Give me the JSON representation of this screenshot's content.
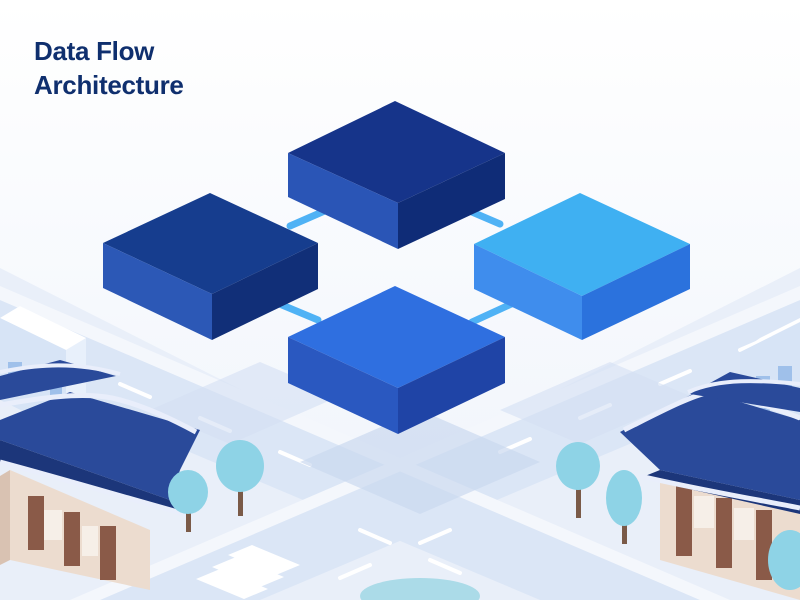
{
  "title": {
    "line1": "Data Flow",
    "line2": "Architecture"
  },
  "colors": {
    "background": "#f4f7fc",
    "title_text": "#0f2f6e",
    "block_navy": "#163d8e",
    "block_royal": "#2f6fe0",
    "block_sky": "#3fb0f2",
    "connector": "#4fb2f5",
    "road": "#dbe6f6",
    "roof": "#2a4a9a",
    "wall": "#8a5a48",
    "tree": "#8ed3e6"
  },
  "blocks": [
    {
      "name": "block-top",
      "color": "navy"
    },
    {
      "name": "block-left",
      "color": "navy"
    },
    {
      "name": "block-right",
      "color": "sky"
    },
    {
      "name": "block-bottom",
      "color": "royal"
    }
  ],
  "connections": [
    {
      "from": "block-left",
      "to": "block-top"
    },
    {
      "from": "block-top",
      "to": "block-right"
    },
    {
      "from": "block-left",
      "to": "block-bottom"
    },
    {
      "from": "block-bottom",
      "to": "block-right"
    }
  ]
}
